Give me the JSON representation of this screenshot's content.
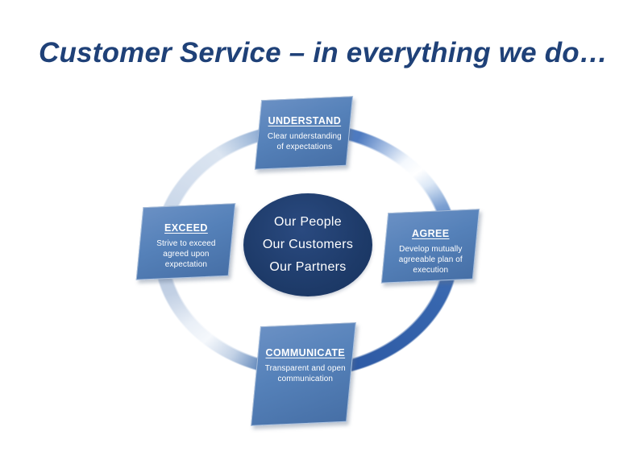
{
  "slide_title": "Customer Service – in everything we do…",
  "center": {
    "lines": [
      "Our People",
      "Our Customers",
      "Our Partners"
    ]
  },
  "nodes": [
    {
      "heading": "UNDERSTAND",
      "body": "Clear understanding of expectations"
    },
    {
      "heading": "AGREE",
      "body": "Develop mutually agreeable plan of execution"
    },
    {
      "heading": "COMMUNICATE",
      "body": "Transparent and open communication"
    },
    {
      "heading": "EXCEED",
      "body": "Strive to exceed agreed upon expectation"
    }
  ],
  "colors": {
    "title_text": "#1F4178",
    "node_fill": "#5581B9",
    "center_ellipse_fill": "#1D3A69",
    "ring_blue": "#3766AE",
    "ring_highlight": "#FFFFFF",
    "text_on_blue": "#FFFFFF",
    "background": "#FFFFFF"
  }
}
